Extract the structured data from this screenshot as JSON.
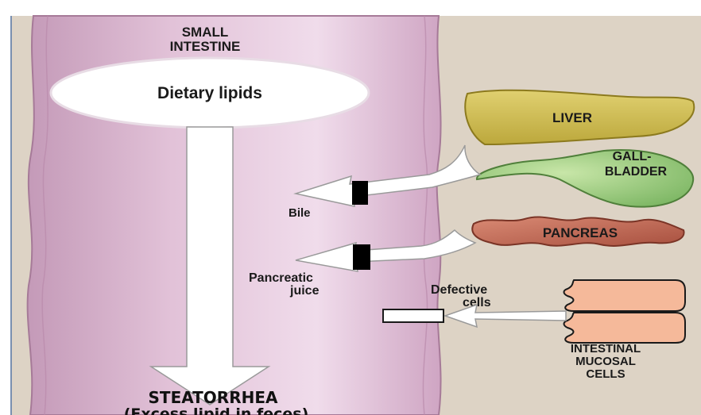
{
  "small_intestine": {
    "line1": "SMALL",
    "line2": "INTESTINE"
  },
  "dietary_lipids": "Dietary lipids",
  "organs": {
    "liver": "LIVER",
    "gallbladder_line1": "GALL-",
    "gallbladder_line2": "BLADDER",
    "pancreas": "PANCREAS"
  },
  "secretions": {
    "bile": "Bile",
    "pancreatic_line1": "Pancreatic",
    "pancreatic_line2": "juice"
  },
  "defective": {
    "line1": "Defective",
    "line2": "cells"
  },
  "mucosal": {
    "line1": "INTESTINAL",
    "line2": "MUCOSAL",
    "line3": "CELLS"
  },
  "outcome": {
    "title": "STEATORRHEA",
    "subtitle": "(Excess lipid in feces)"
  },
  "colors": {
    "background": "#ddd3c5",
    "intestine": "#d9b3cf",
    "liver": "#d4c356",
    "gallbladder": "#a9cf8c",
    "pancreas": "#c76a5a",
    "mucosal_cells": "#f5b99a"
  }
}
